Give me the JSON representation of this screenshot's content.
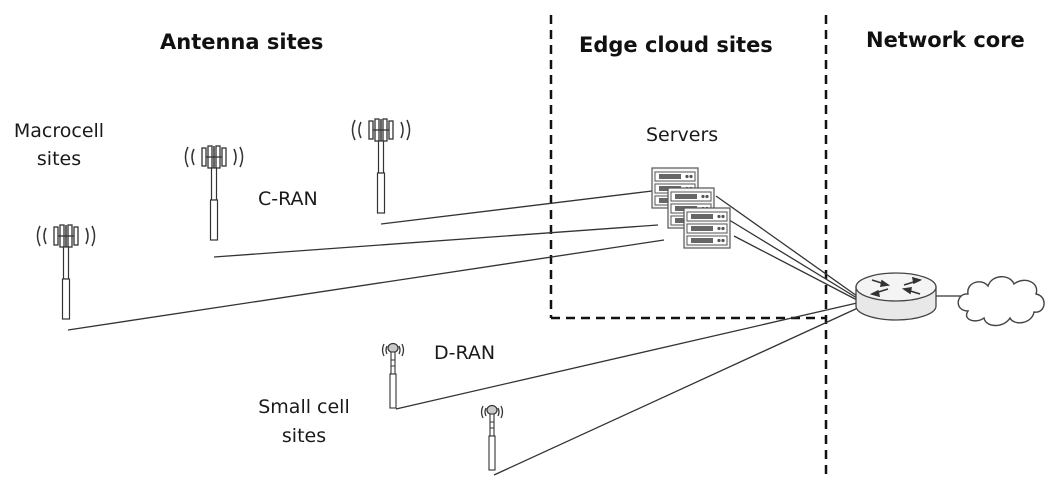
{
  "headings": {
    "antenna_sites": "Antenna sites",
    "edge_cloud_sites": "Edge cloud sites",
    "network_core": "Network core"
  },
  "labels": {
    "macrocell_line1": "Macrocell",
    "macrocell_line2": "sites",
    "c_ran": "C-RAN",
    "servers": "Servers",
    "d_ran": "D-RAN",
    "small_cell_line1": "Small cell",
    "small_cell_line2": "sites"
  },
  "icons": {
    "macro_antenna": "cell-tower-icon",
    "small_cell_antenna": "small-cell-antenna-icon",
    "server": "server-rack-icon",
    "router": "router-icon",
    "cloud": "cloud-icon"
  }
}
